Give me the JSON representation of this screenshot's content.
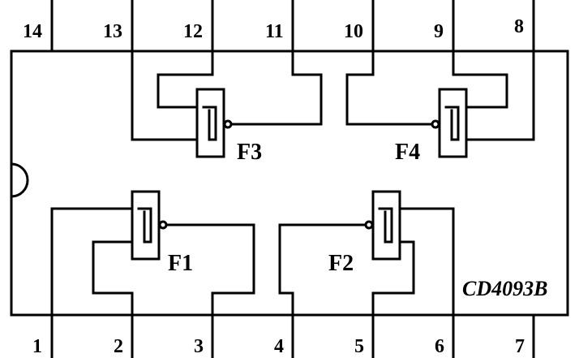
{
  "chip": {
    "part_number": "CD4093B"
  },
  "pins_top": [
    "14",
    "13",
    "12",
    "11",
    "10",
    "9",
    "8"
  ],
  "pins_bottom": [
    "1",
    "2",
    "3",
    "4",
    "5",
    "6",
    "7"
  ],
  "gates": [
    "F1",
    "F2",
    "F3",
    "F4"
  ]
}
